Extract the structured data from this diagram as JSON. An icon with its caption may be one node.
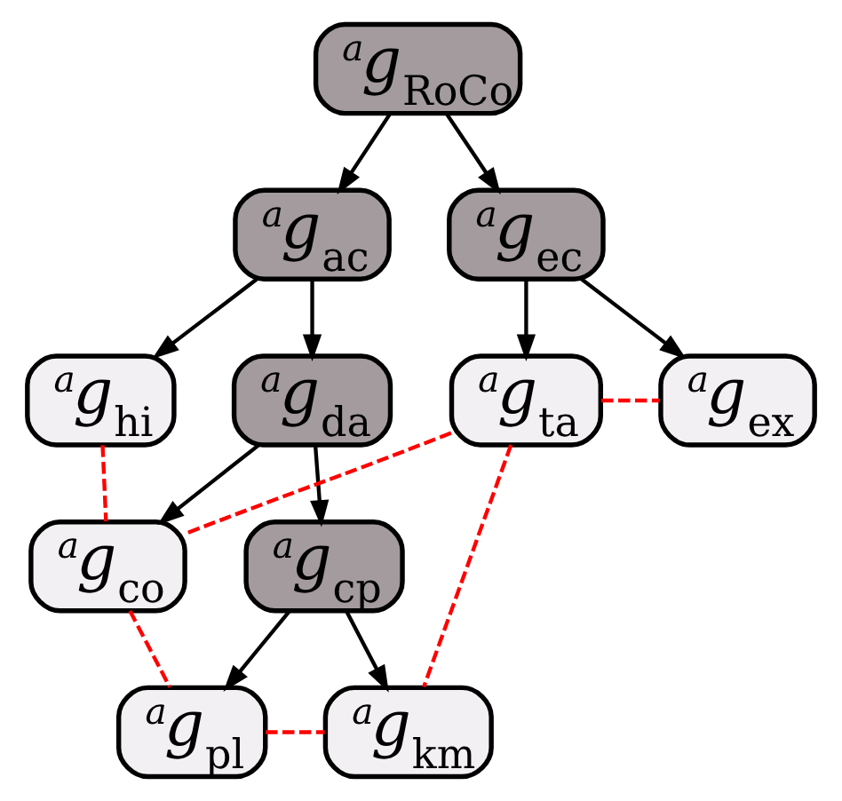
{
  "diagram": {
    "nodes": [
      {
        "text": [
          "$^{a}$g$_{RoCo}$"
        ]
      },
      {
        "text": [
          "$^{a}$g$_{ac}$"
        ]
      },
      {
        "text": [
          "$^{a}$g$_{ec}$"
        ]
      },
      {
        "text": [
          "$^{a}$g$_{hi}$"
        ]
      },
      {
        "text": [
          "$^{a}$g$_{da}$"
        ]
      },
      {
        "text": [
          "$^{a}$g$_{ta}$"
        ]
      },
      {
        "text": [
          "$^{a}$g$_{ex}$"
        ]
      },
      {
        "text": [
          "$^{a}$g$_{cp}$"
        ]
      },
      {
        "text": [
          "$^{a}$g$_{co}$"
        ]
      },
      {
        "text": [
          "$^{a}$g$_{pl}$"
        ]
      },
      {
        "text": [
          "$^{a}$g$_{km}$"
        ]
      }
    ],
    "edges": [
      {
        "from": 0,
        "to": 1,
        "arrow": "to"
      },
      {
        "from": 0,
        "to": 2,
        "arrow": "to"
      },
      {
        "from": 1,
        "to": 3,
        "arrow": "to"
      },
      {
        "from": 1,
        "to": 4,
        "arrow": "to"
      },
      {
        "from": 2,
        "to": 5,
        "arrow": "to"
      },
      {
        "from": 2,
        "to": 6,
        "arrow": "to"
      },
      {
        "from": 4,
        "to": 7,
        "arrow": "to"
      },
      {
        "from": 4,
        "to": 8,
        "arrow": "to"
      },
      {
        "from": 7,
        "to": 9,
        "arrow": "to"
      },
      {
        "from": 7,
        "to": 10,
        "arrow": "to"
      },
      {
        "from": 5,
        "to": 6,
        "arrow": "none",
        "style": "dashed",
        "color": "#ff0000"
      },
      {
        "from": 3,
        "to": 8,
        "arrow": "none",
        "style": "dashed",
        "color": "#ff0000"
      },
      {
        "from": 5,
        "to": 8,
        "arrow": "none",
        "style": "dashed",
        "color": "#ff0000"
      },
      {
        "from": 5,
        "to": 10,
        "arrow": "none",
        "style": "dashed",
        "color": "#ff0000"
      },
      {
        "from": 8,
        "to": 9,
        "arrow": "none",
        "style": "dashed",
        "color": "#ff0000"
      },
      {
        "from": 9,
        "to": 10,
        "arrow": "none",
        "style": "dashed",
        "color": "#ff0000"
      }
    ]
  }
}
